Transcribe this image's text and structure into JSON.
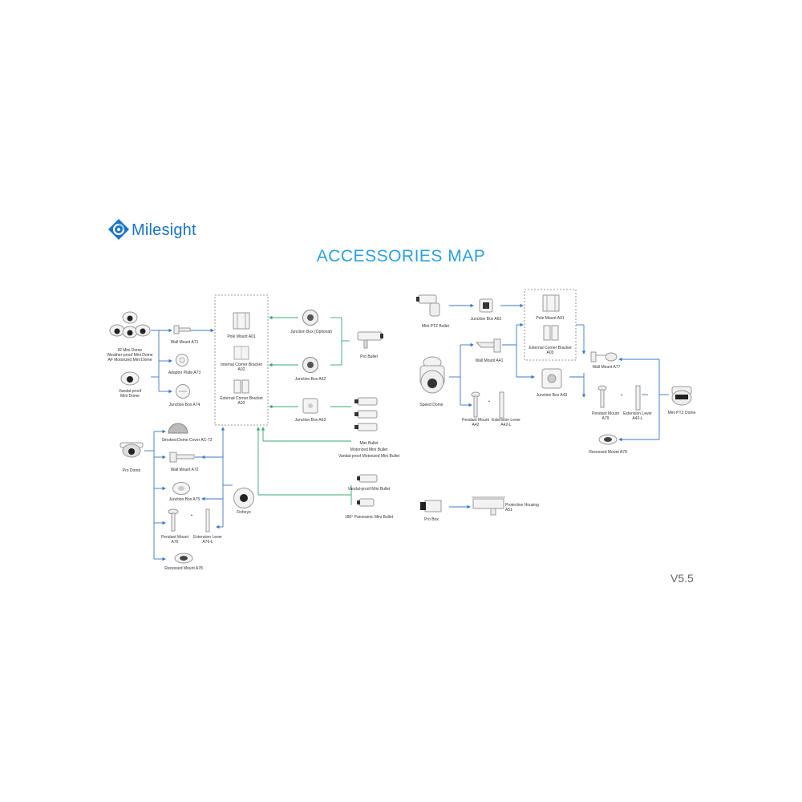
{
  "brand": {
    "name": "Milesight"
  },
  "title": "ACCESSORIES MAP",
  "version": "V5.5",
  "colors": {
    "blue_line": "#3b78c4",
    "green_line": "#3aa874",
    "title": "#2e9fe0",
    "logo": "#1a73c8"
  },
  "cameras": {
    "ir_mini_dome": "IR Mini Dome",
    "weatherproof_mini_dome": "Weather-proof Mini Dome",
    "af_motorized_mini_dome": "AF Motorized Mini Dome",
    "vandal_proof_mini_dome_1": "Vandal-proof",
    "vandal_proof_mini_dome_2": "Mini Dome",
    "pro_dome": "Pro Dome",
    "fisheye": "Fisheye",
    "pro_bullet": "Pro Bullet",
    "mini_bullet": "Mini Bullet",
    "motorized_mini_bullet": "Motorized Mini Bullet",
    "vandal_proof_motorized_mini_bullet": "Vandal-proof Motorized Mini Bullet",
    "vandal_proof_mini_bullet": "Vandal-proof Mini Bullet",
    "panoramic_mini_bullet": "180° Panoramic Mini Bullet",
    "mini_ptz_bullet": "Mini PTZ Bullet",
    "speed_dome": "Speed Dome",
    "mini_ptz_dome": "Mini PTZ Dome",
    "pro_box": "Pro Box"
  },
  "accessories": {
    "wall_mount_a71": "Wall Mount A71",
    "adaptor_plate_a73": "Adaptor Plate A73",
    "junction_box_a74": "Junction Box A74",
    "pole_mount_a01": "Pole Mount A01",
    "internal_corner_bracket_1": "Internal Corner Bracket",
    "internal_corner_bracket_2": "A02",
    "external_corner_bracket_1": "External Corner Bracket",
    "external_corner_bracket_2": "A03",
    "junction_box_optional": "Junction Box (Optional)",
    "junction_box_a62_left": "Junction Box A62",
    "junction_box_a63": "Junction Box A63",
    "smoked_dome_cover": "Smoked Dome Cover AC-72",
    "wall_mount_a72": "Wall Mount A72",
    "junction_box_a75": "Junction Box A75",
    "pendant_mount_a76_1": "Pendant Mount",
    "pendant_mount_a76_2": "A76",
    "extension_lever_a76_1": "Extension Lever",
    "extension_lever_a76_2": "A76-L",
    "recessed_mount_a78_left": "Recessed Mount A78",
    "junction_box_a62_right": "Junction Box A62",
    "wall_mount_a41": "Wall Mount A41",
    "pendant_mount_a42_1": "Pendant Mount",
    "pendant_mount_a42_2": "A42",
    "extension_lever_a42_1": "Extension Lever",
    "extension_lever_a42_2": "A42-L",
    "pole_mount_a01_right": "Pole Mount A01",
    "external_corner_bracket_r1": "External Corner Bracket",
    "external_corner_bracket_r2": "A03",
    "junction_box_a43": "Junction Box A43",
    "wall_mount_a77": "Wall Mount A77",
    "pendant_mount_a79_1": "Pendant Mount",
    "pendant_mount_a79_2": "A79",
    "extension_lever_a42l_1": "Extension Lever",
    "extension_lever_a42l_2": "A42-L",
    "recessed_mount_a78_right": "Recessed Mount A78",
    "protective_housing_1": "Protective Housing",
    "protective_housing_2": "A51"
  },
  "plus_sign": "+"
}
